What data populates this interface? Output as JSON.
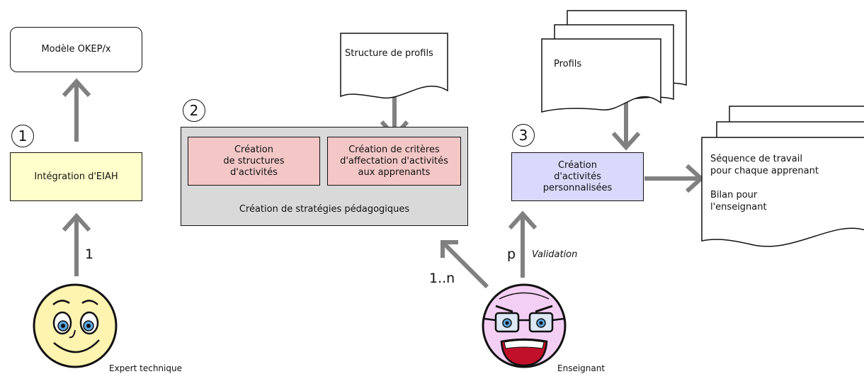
{
  "nodes": {
    "model": "Modèle OKEP/x",
    "integration": "Intégration d'EIAH",
    "structures": "Création\nde structures\nd'activités",
    "criteria": "Création de critères\nd'affectation d'activités\naux apprenants",
    "strategies": "Création de stratégies pédagogiques",
    "profile_structure": "Structure de profils",
    "profiles": "Profils",
    "personalized": "Création\nd'activités\npersonnalisées",
    "output": "Séquence de travail\npour chaque apprenant\n\nBilan pour\nl'enseignant"
  },
  "steps": [
    "1",
    "2",
    "3"
  ],
  "edges": {
    "expert_multiplicity": "1",
    "teacher_to_strategies": "1..n",
    "teacher_to_personalized": "p",
    "validation": "Validation"
  },
  "actors": {
    "expert": "Expert technique",
    "teacher": "Enseignant"
  },
  "colors": {
    "integration": "#ffffcc",
    "strategies_bg": "#d9d9d9",
    "pink": "#f4c7c7",
    "lavender": "#d9d9fb",
    "arrow": "#808080"
  }
}
